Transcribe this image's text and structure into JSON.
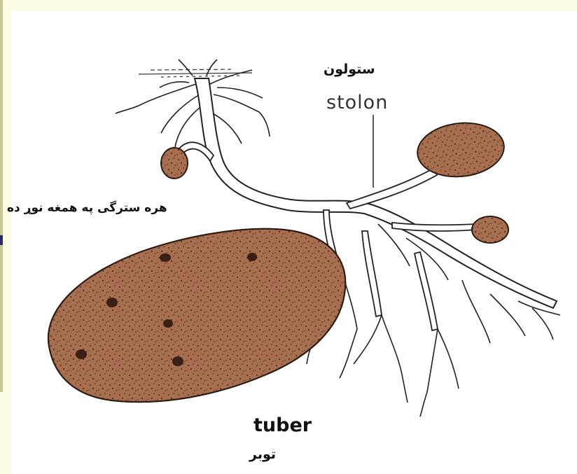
{
  "labels": {
    "stolon_pashto": "ستولون",
    "stolon_english": "stolon",
    "note_pashto": "هره سترگی په همغه نوړ ده",
    "tuber_english": "tuber",
    "tuber_pashto": "توبر"
  },
  "colors": {
    "tuber": "#a86e50",
    "tuber_dots": "#4a2c1c",
    "outline": "#2a1a12",
    "roots": "#ffffff",
    "background": "#ffffff",
    "border_strip": "#fdfde6"
  }
}
